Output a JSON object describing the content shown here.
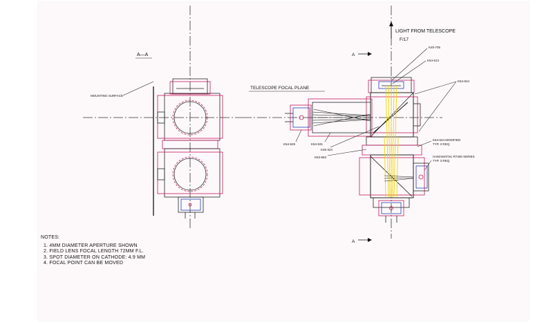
{
  "section_label": "A—A",
  "light_label": "LIGHT FROM TELESCOPE",
  "fratio_label": "F/17",
  "focal_plane_label": "TELESCOPE FOCAL PLANE",
  "mounting_label": "MOUNTING SURFACE",
  "section_marker": "A",
  "part_labels": {
    "k45_705": "K45-705",
    "k54_613": "K54-613",
    "k54_624": "K54-624",
    "k54_629": "K54-629",
    "k54_631": "K54-631",
    "k45_324": "K45-324",
    "k53_863": "K53-863",
    "k54_624_mod": "K54-624  MODIFIED",
    "k54_624_mod_qty": "TYP. 3 REQ.",
    "hamamatsu": "HAMAMATSU R7400 SERIES",
    "hamamatsu_qty": "TYP. 3 REQ."
  },
  "notes": {
    "title": "NOTES:",
    "items": [
      "1. 4MM DIAMETER APERTURE SHOWN",
      "2. FIELD LENS FOCAL LENGTH 72MM F.L.",
      "3. SPOT DIAMETER ON CATHODE: 4.9 MM",
      "4. FOCAL POINT CAN BE MOVED"
    ]
  },
  "colors": {
    "outline": "#222222",
    "magenta": "#c2185b",
    "beam": "#f2d600"
  }
}
